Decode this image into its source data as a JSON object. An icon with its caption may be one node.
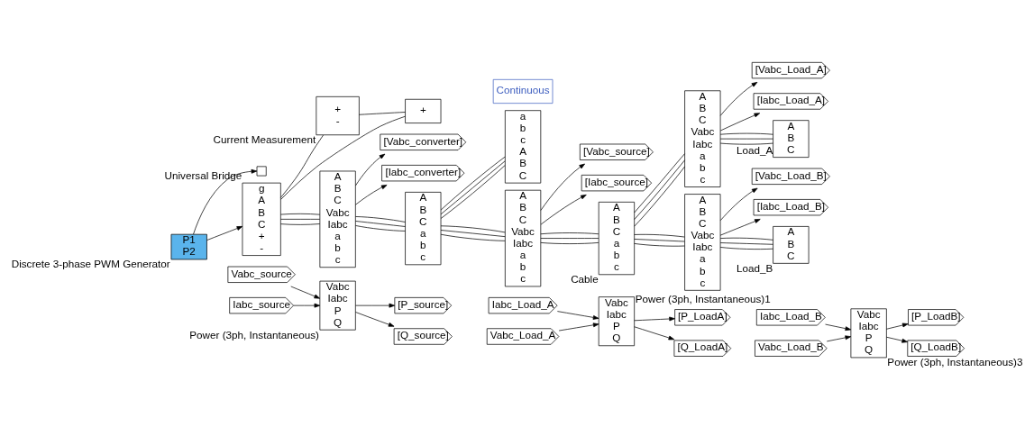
{
  "diagram": {
    "nodes": [
      {
        "text": [
          "P1",
          "P2"
        ],
        "beside": [
          "Discrete 3-phase PWM Generator"
        ]
      },
      {
        "text": [],
        "shape": "box"
      },
      {
        "text": [
          "g",
          "A",
          "B",
          "C",
          "+",
          "-"
        ],
        "beside": [
          "Universal Bridge"
        ]
      },
      {
        "text": [
          "+",
          "-"
        ],
        "beside": [
          "Current Measurement"
        ]
      },
      {
        "text": [
          "+"
        ]
      },
      {
        "text": [
          "A",
          "B",
          "C",
          "Vabc",
          "Iabc",
          "a",
          "b",
          "c"
        ]
      },
      {
        "text": [
          "[Vabc_converter]"
        ]
      },
      {
        "text": [
          "[Iabc_converter]"
        ]
      },
      {
        "text": [
          "A",
          "B",
          "C",
          "a",
          "b",
          "c"
        ]
      },
      {
        "text": [
          "a",
          "b",
          "c",
          "A",
          "B",
          "C"
        ]
      },
      {
        "text": [
          "A",
          "B",
          "C",
          "Vabc",
          "Iabc",
          "a",
          "b",
          "c"
        ]
      },
      {
        "text": [
          "[Vabc_source]"
        ]
      },
      {
        "text": [
          "[Iabc_source]"
        ]
      },
      {
        "text": [
          "A",
          "B",
          "C",
          "a",
          "b",
          "c"
        ],
        "beside": [
          "Cable"
        ]
      },
      {
        "text": [
          "A",
          "B",
          "C",
          "Vabc",
          "Iabc",
          "a",
          "b",
          "c"
        ]
      },
      {
        "text": [
          "[Vabc_Load_A]"
        ]
      },
      {
        "text": [
          "[Iabc_Load_A]"
        ]
      },
      {
        "text": [
          "A",
          "B",
          "C"
        ],
        "beside": [
          "Load_A"
        ]
      },
      {
        "text": [
          "A",
          "B",
          "C",
          "Vabc",
          "Iabc",
          "a",
          "b",
          "c"
        ]
      },
      {
        "text": [
          "[Vabc_Load_B]"
        ]
      },
      {
        "text": [
          "[Iabc_Load_B]"
        ]
      },
      {
        "text": [
          "A",
          "B",
          "C"
        ],
        "beside": [
          "Load_B"
        ]
      },
      {
        "text": [
          "Vabc_source"
        ]
      },
      {
        "text": [
          "Iabc_source"
        ]
      },
      {
        "text": [
          "Vabc",
          "Iabc",
          "P",
          "Q"
        ],
        "beside": [
          "Power (3ph, Instantaneous)"
        ]
      },
      {
        "text": [
          "[P_source]"
        ]
      },
      {
        "text": [
          "[Q_source]"
        ]
      },
      {
        "text": [
          "Vabc_Load_A"
        ]
      },
      {
        "text": [
          "Iabc_Load_A"
        ]
      },
      {
        "text": [
          "Vabc",
          "Iabc",
          "P",
          "Q"
        ],
        "beside": [
          "Power (3ph, Instantaneous)1"
        ]
      },
      {
        "text": [
          "[P_LoadA]"
        ]
      },
      {
        "text": [
          "[Q_LoadA]"
        ]
      },
      {
        "text": [
          "Vabc_Load_B"
        ]
      },
      {
        "text": [
          "Iabc_Load_B"
        ]
      },
      {
        "text": [
          "Vabc",
          "Iabc",
          "P",
          "Q"
        ],
        "beside": [
          "Power (3ph, Instantaneous)3"
        ]
      },
      {
        "text": [
          "[P_LoadB]"
        ]
      },
      {
        "text": [
          "[Q_LoadB]"
        ]
      },
      {
        "text": [
          "Continuous"
        ]
      }
    ],
    "edges": [
      {
        "from": 0,
        "to": 2,
        "arrow": "to"
      },
      {
        "from": 0,
        "to": 1,
        "arrow": "to"
      },
      {
        "from": 2,
        "to": 3,
        "arrow": "none"
      },
      {
        "from": 3,
        "to": 4,
        "arrow": "none"
      },
      {
        "from": 2,
        "to": 4,
        "arrow": "none"
      },
      {
        "from": 2,
        "to": 5,
        "arrow": "none"
      },
      {
        "from": 2,
        "to": 5,
        "arrow": "none"
      },
      {
        "from": 2,
        "to": 5,
        "arrow": "none"
      },
      {
        "from": 5,
        "to": 6,
        "arrow": "to"
      },
      {
        "from": 5,
        "to": 7,
        "arrow": "to"
      },
      {
        "from": 5,
        "to": 8,
        "arrow": "none"
      },
      {
        "from": 5,
        "to": 8,
        "arrow": "none"
      },
      {
        "from": 5,
        "to": 8,
        "arrow": "none"
      },
      {
        "from": 8,
        "to": 10,
        "arrow": "none"
      },
      {
        "from": 8,
        "to": 10,
        "arrow": "none"
      },
      {
        "from": 8,
        "to": 10,
        "arrow": "none"
      },
      {
        "from": 8,
        "to": 9,
        "arrow": "none"
      },
      {
        "from": 8,
        "to": 9,
        "arrow": "none"
      },
      {
        "from": 8,
        "to": 9,
        "arrow": "none"
      },
      {
        "from": 10,
        "to": 11,
        "arrow": "to"
      },
      {
        "from": 10,
        "to": 12,
        "arrow": "to"
      },
      {
        "from": 10,
        "to": 13,
        "arrow": "none"
      },
      {
        "from": 10,
        "to": 13,
        "arrow": "none"
      },
      {
        "from": 10,
        "to": 13,
        "arrow": "none"
      },
      {
        "from": 13,
        "to": 18,
        "arrow": "none"
      },
      {
        "from": 13,
        "to": 18,
        "arrow": "none"
      },
      {
        "from": 13,
        "to": 18,
        "arrow": "none"
      },
      {
        "from": 13,
        "to": 14,
        "arrow": "none"
      },
      {
        "from": 13,
        "to": 14,
        "arrow": "none"
      },
      {
        "from": 13,
        "to": 14,
        "arrow": "none"
      },
      {
        "from": 14,
        "to": 15,
        "arrow": "to"
      },
      {
        "from": 14,
        "to": 16,
        "arrow": "to"
      },
      {
        "from": 14,
        "to": 17,
        "arrow": "none"
      },
      {
        "from": 14,
        "to": 17,
        "arrow": "none"
      },
      {
        "from": 14,
        "to": 17,
        "arrow": "none"
      },
      {
        "from": 18,
        "to": 19,
        "arrow": "to"
      },
      {
        "from": 18,
        "to": 20,
        "arrow": "to"
      },
      {
        "from": 18,
        "to": 21,
        "arrow": "none"
      },
      {
        "from": 18,
        "to": 21,
        "arrow": "none"
      },
      {
        "from": 18,
        "to": 21,
        "arrow": "none"
      },
      {
        "from": 22,
        "to": 24,
        "arrow": "to"
      },
      {
        "from": 23,
        "to": 24,
        "arrow": "to"
      },
      {
        "from": 24,
        "to": 25,
        "arrow": "to"
      },
      {
        "from": 24,
        "to": 26,
        "arrow": "to"
      },
      {
        "from": 27,
        "to": 29,
        "arrow": "to"
      },
      {
        "from": 28,
        "to": 29,
        "arrow": "to"
      },
      {
        "from": 29,
        "to": 30,
        "arrow": "to"
      },
      {
        "from": 29,
        "to": 31,
        "arrow": "to"
      },
      {
        "from": 32,
        "to": 34,
        "arrow": "to"
      },
      {
        "from": 33,
        "to": 34,
        "arrow": "to"
      },
      {
        "from": 34,
        "to": 35,
        "arrow": "to"
      },
      {
        "from": 34,
        "to": 36,
        "arrow": "to"
      }
    ]
  }
}
